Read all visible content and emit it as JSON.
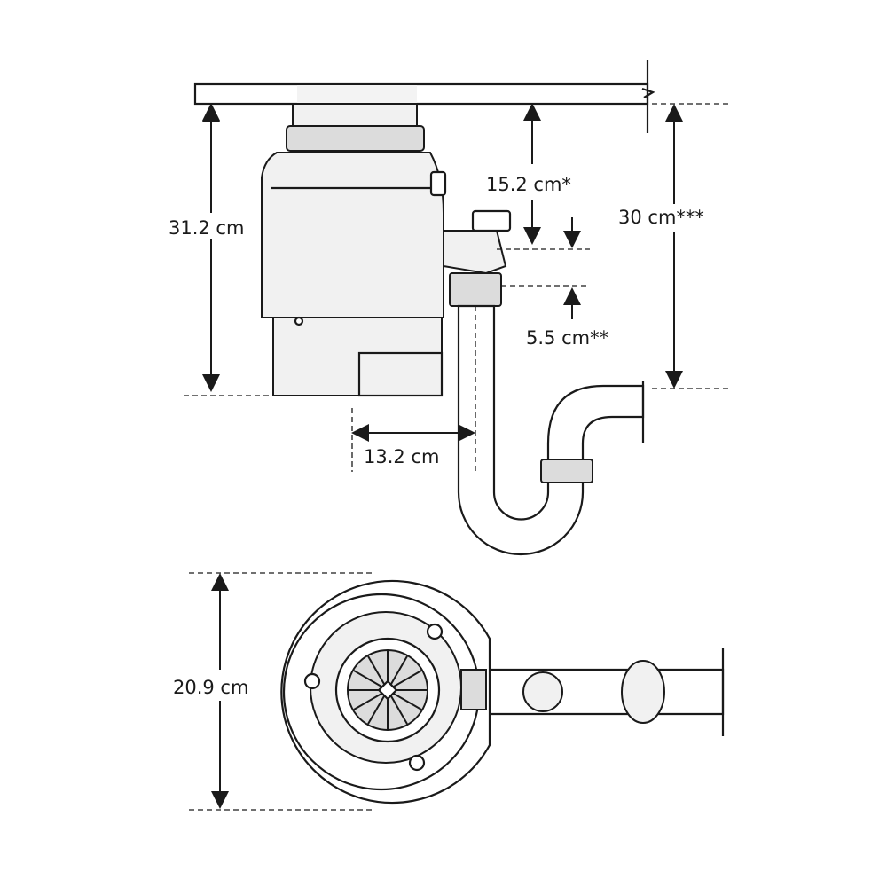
{
  "dimensions": {
    "height": "31.2 cm",
    "flange_to_inlet": "15.2 cm*",
    "total_drop": "30 cm***",
    "inlet_to_outlet": "5.5 cm**",
    "outlet_offset": "13.2 cm",
    "diameter": "20.9 cm"
  },
  "colors": {
    "line": "#1a1a1a",
    "fill": "#f1f1f1"
  }
}
